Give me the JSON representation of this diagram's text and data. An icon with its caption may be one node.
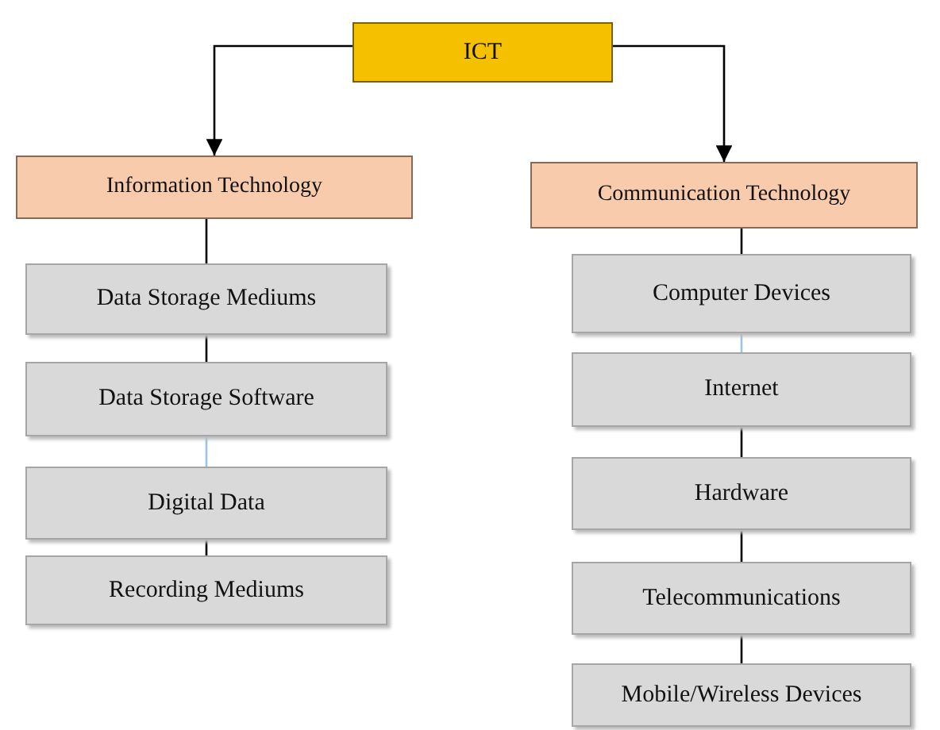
{
  "diagram": {
    "nodes": [
      {
        "text": [
          "ICT"
        ]
      },
      {
        "text": [
          "Information Technology"
        ]
      },
      {
        "text": [
          "Communication Technology"
        ]
      },
      {
        "text": [
          "Data Storage Mediums"
        ]
      },
      {
        "text": [
          "Data Storage Software"
        ]
      },
      {
        "text": [
          "Digital Data"
        ]
      },
      {
        "text": [
          "Recording Mediums"
        ]
      },
      {
        "text": [
          "Computer Devices"
        ]
      },
      {
        "text": [
          "Internet"
        ]
      },
      {
        "text": [
          "Hardware"
        ]
      },
      {
        "text": [
          "Telecommunications"
        ]
      },
      {
        "text": [
          "Mobile/Wireless Devices"
        ]
      }
    ],
    "edges": [
      {
        "from": 0,
        "to": 1,
        "arrow": "to"
      },
      {
        "from": 0,
        "to": 2,
        "arrow": "to"
      },
      {
        "from": 1,
        "to": 3,
        "arrow": "none"
      },
      {
        "from": 3,
        "to": 4,
        "arrow": "none"
      },
      {
        "from": 4,
        "to": 5,
        "arrow": "none",
        "color": "#9dc3e6"
      },
      {
        "from": 5,
        "to": 6,
        "arrow": "none"
      },
      {
        "from": 2,
        "to": 7,
        "arrow": "none"
      },
      {
        "from": 7,
        "to": 8,
        "arrow": "none",
        "color": "#9dc3e6"
      },
      {
        "from": 8,
        "to": 9,
        "arrow": "none"
      },
      {
        "from": 9,
        "to": 10,
        "arrow": "none"
      },
      {
        "from": 10,
        "to": 11,
        "arrow": "none"
      }
    ]
  }
}
